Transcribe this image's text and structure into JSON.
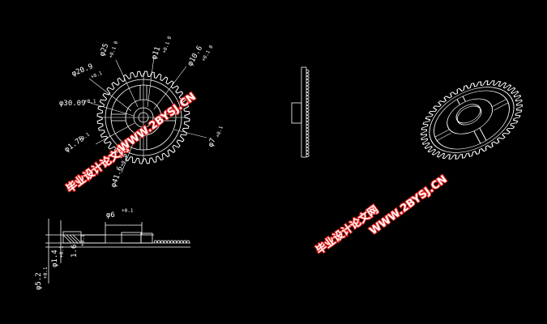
{
  "colors": {
    "background": "#000000",
    "line": "#ffffff",
    "watermark_outline": "#e8231f"
  },
  "front_view": {
    "dims": {
      "d1": "φ25",
      "d2": "φ11",
      "d3": "φ10.6",
      "d4": "φ20.9",
      "d5": "φ30.09",
      "d6": "φ1.75",
      "d7": "φ41.6",
      "d8": "φ7"
    }
  },
  "section_view": {
    "dims": {
      "top": "φ6",
      "t1": "1.6",
      "t2": "φ1.4",
      "t3": "φ5.2"
    }
  },
  "watermarks": [
    {
      "cn": "毕业设计论文网",
      "url": "WWW.2BYSJ.CN"
    },
    {
      "cn": "毕业设计论文网",
      "url": "WWW.2BYSJ.CN"
    }
  ]
}
